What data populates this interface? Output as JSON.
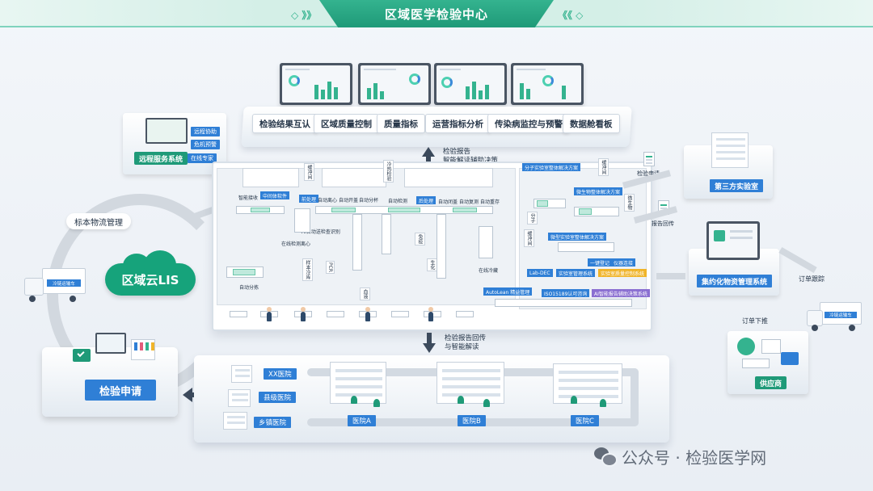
{
  "header": {
    "title": "区域医学检验中心",
    "left_chevrons": "◇ 》》",
    "right_chevrons": "《《 ◇"
  },
  "analytics": {
    "buttons": [
      "检验结果互认",
      "区域质量控制",
      "质量指标",
      "运营指标分析",
      "传染病监控与预警",
      "数据舱看板"
    ]
  },
  "flows": {
    "up_label_1": "检验报告",
    "up_label_2": "智能解读辅助决策",
    "down_label_1": "检验报告回传",
    "down_label_2": "与智能解读"
  },
  "remote": {
    "title": "远程服务系统",
    "tags": [
      "远程协助",
      "危机预警",
      "在线专家"
    ]
  },
  "cloud": {
    "label": "区域云LIS"
  },
  "logistics": {
    "label": "标本物流管理",
    "truck_left": "冷链运输车",
    "truck_right": "冷链运输车"
  },
  "request": {
    "label": "检验申请"
  },
  "lab": {
    "tags": [
      "前处理",
      "中间体软件",
      "后处理"
    ],
    "texts": [
      "智能接收",
      "自动离心",
      "自动开盖",
      "自动分杯",
      "自动检测",
      "自动闭盖",
      "自动复测",
      "自动重存",
      "AI自动送检查识别",
      "在线检测离心",
      "在线冷藏",
      "自动分拣"
    ],
    "rooms": [
      "缓冲间",
      "冷热检验",
      "缓冲间",
      "缓冲间",
      "PCR",
      "样本冷库",
      "生化",
      "免疫",
      "血液",
      "微生物",
      "分子"
    ],
    "right_tags": [
      "分子实验室整体解决方案",
      "微生物整体解决方案",
      "微型实验室整体解决方案",
      "Lab-DEC",
      "实验室管理系统",
      "实验室质量控制系统",
      "ISO15189认可咨询",
      "AI智能报告辅助决策系统",
      "AutoLean 精益管理",
      "一键登记",
      "仪器连接"
    ]
  },
  "hospitals": {
    "small": [
      "XX医院",
      "县级医院",
      "乡镇医院"
    ],
    "large": [
      "医院A",
      "医院B",
      "医院C"
    ]
  },
  "third_party": {
    "label": "第三方实验室",
    "req": "检验申请",
    "report": "报告回传"
  },
  "procurement": {
    "label": "集约化物资管理系统",
    "order_track": "订单跟踪",
    "order_place": "订单下推"
  },
  "supplier": {
    "label": "供应商"
  },
  "watermark": {
    "text": "公众号 · 检验医学网"
  }
}
